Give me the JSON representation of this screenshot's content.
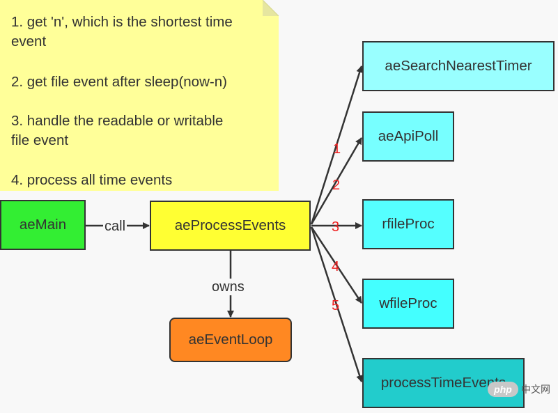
{
  "note": {
    "lines": [
      "1. get 'n', which is the shortest time",
      "event",
      "2. get file event after sleep(now-n)",
      "3. handle the readable or writable",
      "file event",
      "4. process all time events"
    ]
  },
  "nodes": {
    "main": "aeMain",
    "process": "aeProcessEvents",
    "loop": "aeEventLoop",
    "search": "aeSearchNearestTimer",
    "poll": "aeApiPoll",
    "rfile": "rfileProc",
    "wfile": "wfileProc",
    "time": "processTimeEvents"
  },
  "edges": {
    "call": "call",
    "owns": "owns",
    "step_numbers": [
      "1",
      "2",
      "3",
      "4",
      "5"
    ]
  },
  "watermark": {
    "logo": "php",
    "site": "中文网"
  },
  "colors": {
    "background": "#f8f8f8",
    "note": "#ffff99",
    "main": "#33ee33",
    "process": "#ffff33",
    "loop": "#ff8822",
    "step_number": "#ee2222"
  }
}
